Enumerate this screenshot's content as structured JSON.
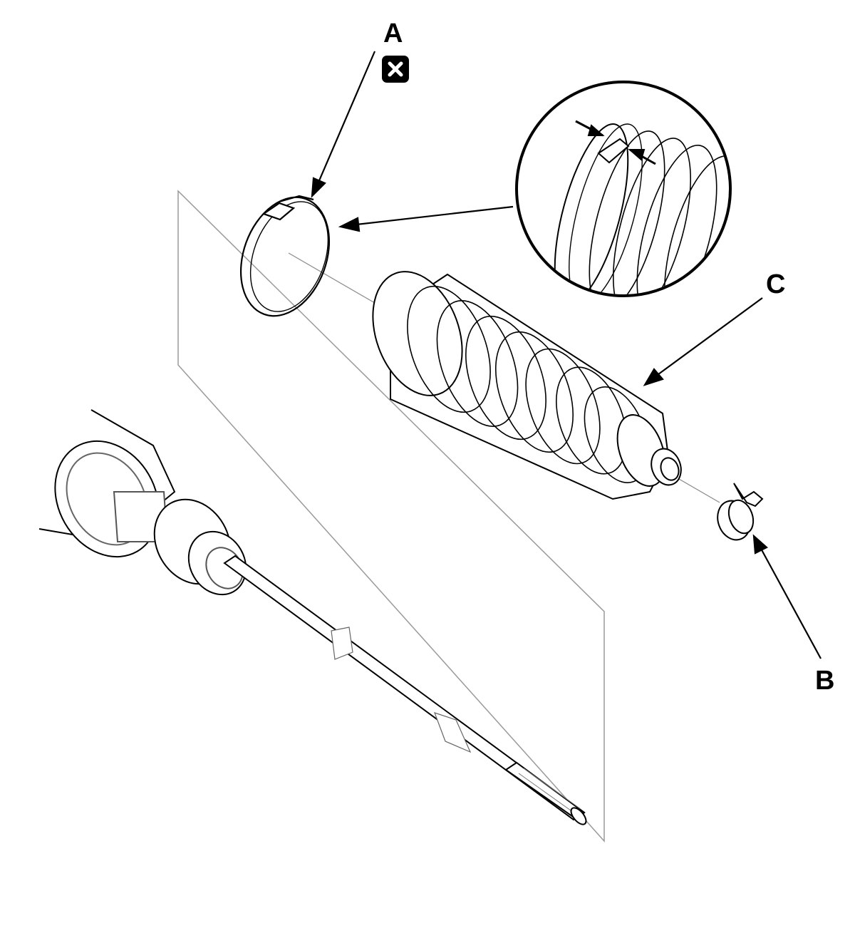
{
  "labels": {
    "a": "A",
    "b": "B",
    "c": "C"
  },
  "icons": {
    "replace": "replace-part-icon"
  },
  "colors": {
    "line": "#000000",
    "plane": "#9a9a9a",
    "background": "#ffffff"
  }
}
